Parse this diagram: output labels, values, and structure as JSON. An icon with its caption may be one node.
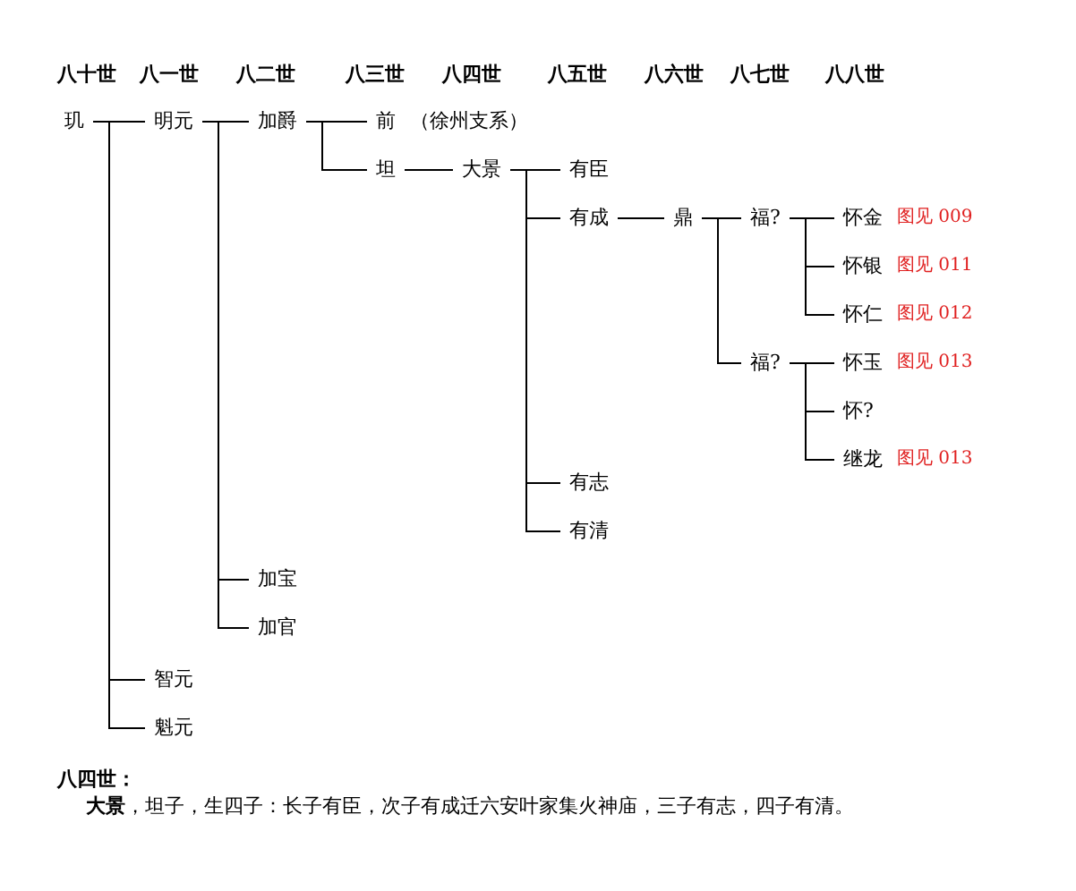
{
  "diagram": {
    "nodes": [
      {
        "text": [
          "玑"
        ]
      },
      {
        "text": [
          "明元"
        ]
      },
      {
        "text": [
          "加爵"
        ]
      },
      {
        "text": [
          "前"
        ],
        "beside": [
          "（徐州支系）"
        ]
      },
      {
        "text": [
          "坦"
        ]
      },
      {
        "text": [
          "大景"
        ]
      },
      {
        "text": [
          "有臣"
        ]
      },
      {
        "text": [
          "有成"
        ]
      },
      {
        "text": [
          "鼎"
        ]
      },
      {
        "text": [
          "福?"
        ]
      },
      {
        "text": [
          "怀金"
        ],
        "beside": [
          "图见 009"
        ]
      },
      {
        "text": [
          "怀银"
        ],
        "beside": [
          "图见 011"
        ]
      },
      {
        "text": [
          "怀仁"
        ],
        "beside": [
          "图见 012"
        ]
      },
      {
        "text": [
          "福?"
        ]
      },
      {
        "text": [
          "怀玉"
        ],
        "beside": [
          "图见 013"
        ]
      },
      {
        "text": [
          "怀?"
        ]
      },
      {
        "text": [
          "继龙"
        ],
        "beside": [
          "图见 013"
        ]
      },
      {
        "text": [
          "有志"
        ]
      },
      {
        "text": [
          "有清"
        ]
      },
      {
        "text": [
          "加宝"
        ]
      },
      {
        "text": [
          "加官"
        ]
      },
      {
        "text": [
          "智元"
        ]
      },
      {
        "text": [
          "魁元"
        ]
      }
    ],
    "edges": [
      {
        "from": 0,
        "to": 1,
        "arrow": "none"
      },
      {
        "from": 0,
        "to": 21,
        "arrow": "none"
      },
      {
        "from": 0,
        "to": 22,
        "arrow": "none"
      },
      {
        "from": 1,
        "to": 2,
        "arrow": "none"
      },
      {
        "from": 1,
        "to": 19,
        "arrow": "none"
      },
      {
        "from": 1,
        "to": 20,
        "arrow": "none"
      },
      {
        "from": 2,
        "to": 3,
        "arrow": "none"
      },
      {
        "from": 2,
        "to": 4,
        "arrow": "none"
      },
      {
        "from": 4,
        "to": 5,
        "arrow": "none"
      },
      {
        "from": 5,
        "to": 6,
        "arrow": "none"
      },
      {
        "from": 5,
        "to": 7,
        "arrow": "none"
      },
      {
        "from": 5,
        "to": 17,
        "arrow": "none"
      },
      {
        "from": 5,
        "to": 18,
        "arrow": "none"
      },
      {
        "from": 7,
        "to": 8,
        "arrow": "none"
      },
      {
        "from": 8,
        "to": 9,
        "arrow": "none"
      },
      {
        "from": 8,
        "to": 13,
        "arrow": "none"
      },
      {
        "from": 9,
        "to": 10,
        "arrow": "none"
      },
      {
        "from": 9,
        "to": 11,
        "arrow": "none"
      },
      {
        "from": 9,
        "to": 12,
        "arrow": "none"
      },
      {
        "from": 13,
        "to": 14,
        "arrow": "none"
      },
      {
        "from": 13,
        "to": 15,
        "arrow": "none"
      },
      {
        "from": 13,
        "to": 16,
        "arrow": "none"
      }
    ],
    "labels": [
      "八十世",
      "八一世",
      "八二世",
      "八三世",
      "八四世",
      "八五世",
      "八六世",
      "八七世",
      "八八世",
      "八四世：",
      "**大景**，坦子，生四子：长子有臣，次子有成迁六安叶家集火神庙，三子有志，四子有清。"
    ]
  }
}
